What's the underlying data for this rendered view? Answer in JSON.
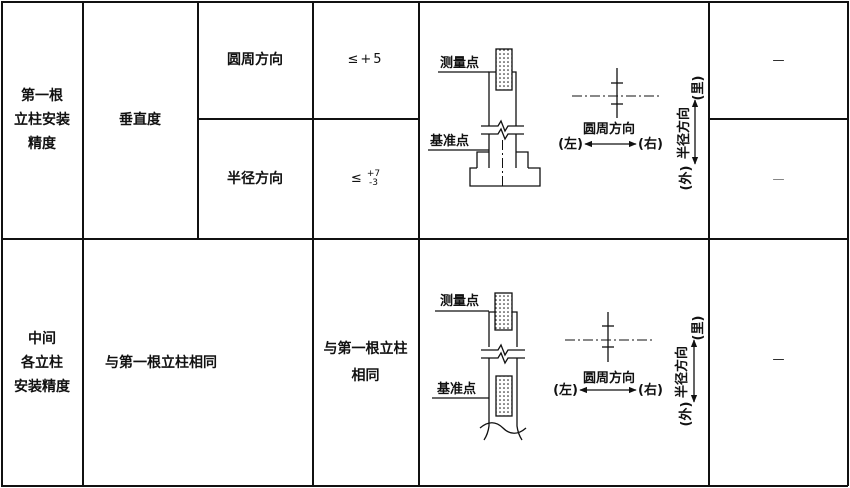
{
  "first_column": {
    "category_lines": [
      "第一根",
      "立柱安装",
      "精度"
    ],
    "item": "垂直度",
    "circumferential": {
      "direction": "圆周方向",
      "tolerance": "≤+5",
      "remark": "—"
    },
    "radial": {
      "direction": "半径方向",
      "tolerance_symbol": "≤",
      "tolerance_upper": "+7",
      "tolerance_lower": "-3",
      "remark": "—"
    },
    "diagram": {
      "measuring_point": "测量点",
      "reference_point": "基准点",
      "circumferential_label": "圆周方向",
      "left_label": "(左)",
      "right_label": "(右)",
      "radial_label": "半径方向",
      "outer_label": "(外)",
      "inner_label": "(里)"
    }
  },
  "middle_columns": {
    "category_lines": [
      "中间",
      "各立柱",
      "安装精度"
    ],
    "item": "与第一根立柱相同",
    "tolerance_lines": [
      "与第一根立柱",
      "相同"
    ],
    "remark": "—",
    "diagram": {
      "measuring_point": "测量点",
      "reference_point": "基准点",
      "circumferential_label": "圆周方向",
      "left_label": "(左)",
      "right_label": "(右)",
      "radial_label": "半径方向",
      "outer_label": "(外)",
      "inner_label": "(里)"
    }
  }
}
